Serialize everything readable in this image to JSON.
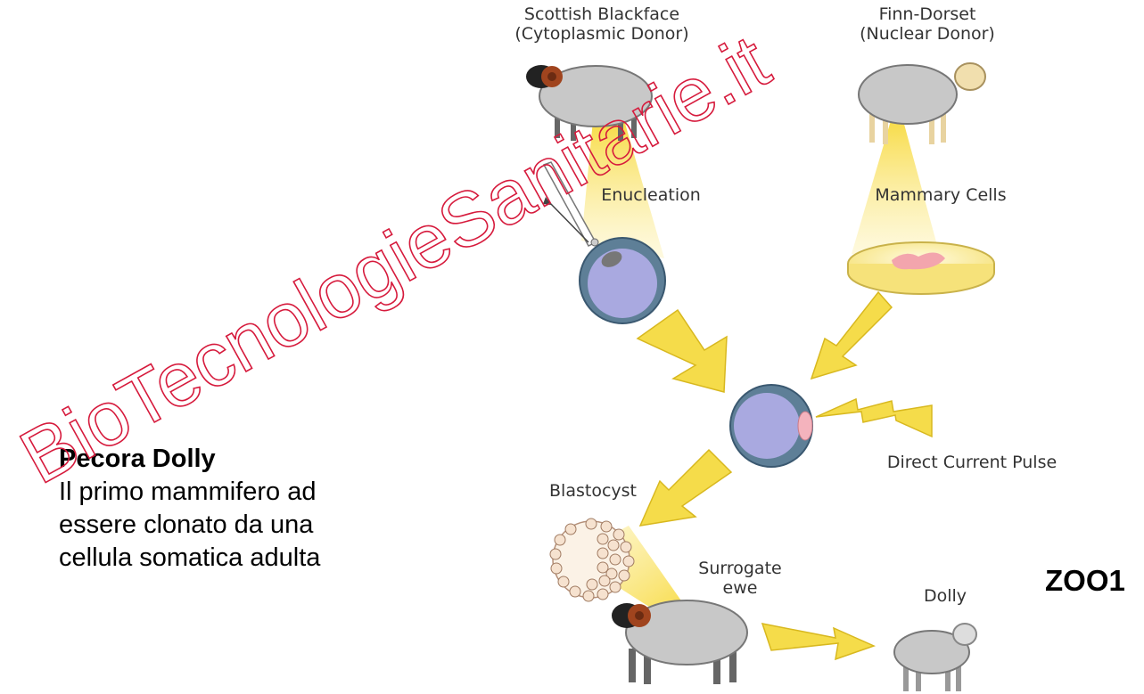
{
  "labels": {
    "cytoplasmic_donor": "Scottish Blackface",
    "cytoplasmic_donor_role": "(Cytoplasmic Donor)",
    "nuclear_donor": "Finn-Dorset",
    "nuclear_donor_role": "(Nuclear Donor)",
    "enucleation": "Enucleation",
    "mammary_cells": "Mammary Cells",
    "pulse": "Direct Current Pulse",
    "blastocyst": "Blastocyst",
    "surrogate_line1": "Surrogate",
    "surrogate_line2": "ewe",
    "dolly": "Dolly"
  },
  "caption": {
    "title": "Pecora Dolly",
    "body_line1": "Il primo mammifero ad",
    "body_line2": "essere clonato da una",
    "body_line3": "cellula somatica adulta"
  },
  "code": "ZOO1",
  "watermark": "BioTecnologieSanitarie.it",
  "colors": {
    "arrow": "#f5dc4a",
    "cone": "#fbe98a",
    "cell_outer": "#5e7f97",
    "cell_inner": "#a9a9e0",
    "sheep_wool": "#c8c8c8",
    "blackface_head": "#222222",
    "horn": "#a0441e",
    "watermark": "#d61a3c"
  }
}
